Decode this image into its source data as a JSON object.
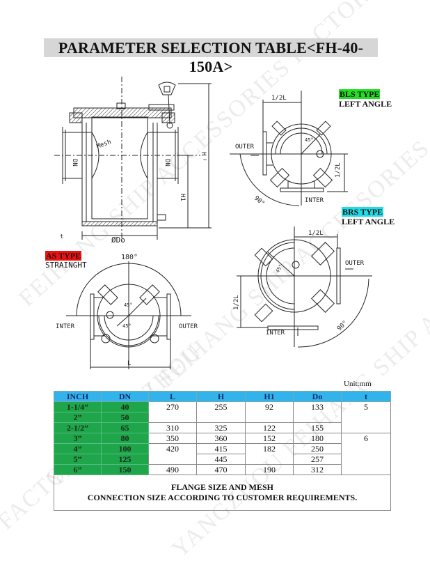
{
  "title": "PARAMETER SELECTION TABLE<FH-40-150A>",
  "watermarks": [
    "FEIHANG SHIP ACCESSORIES FACTORY",
    "YANGZHOU FEIHANG SHIP ACCESSORIES FACTORY",
    "YANGZHOU FEIHANG SHIP ACCESSORIES",
    "FACTORY YANGZHOU"
  ],
  "types": {
    "bls": {
      "label": "BLS TYPE",
      "sub": "LEFT ANGLE",
      "color": "#22e022"
    },
    "brs": {
      "label": "BRS TYPE",
      "sub": "LEFT ANGLE",
      "color": "#22dde8"
    },
    "as": {
      "label": "AS TYPE",
      "sub": "STRAINGHT",
      "color": "#ee1111"
    }
  },
  "drawings": {
    "section": {
      "mesh": "Mesh",
      "dn": "DN",
      "h": "H",
      "h1": "H1",
      "do": "ØDo",
      "t": "t",
      "approx": "~"
    },
    "bls": {
      "half_l_top": "1/2L",
      "half_l_side": "1/2L",
      "outer": "OUTER",
      "inter": "INTER",
      "angle45": "45°",
      "angle90": "90°"
    },
    "brs": {
      "half_l_top": "1/2L",
      "half_l_side": "1/2L",
      "outer": "OUTER",
      "inter": "INTER",
      "angle45": "45°",
      "angle90": "90°"
    },
    "as": {
      "angle180": "180°",
      "angle45a": "45°",
      "angle45b": "45°",
      "inter": "INTER",
      "outer": "OUTER",
      "l": "L"
    }
  },
  "unit": "Unit:mm",
  "table": {
    "headers": [
      "INCH",
      "DN",
      "L",
      "H",
      "H1",
      "Do",
      "t"
    ],
    "rows": [
      {
        "inch": "1-1/4”",
        "dn": "40",
        "l": "270",
        "h": "255",
        "h1": "92",
        "do": "133",
        "t": "5"
      },
      {
        "inch": "2”",
        "dn": "50"
      },
      {
        "inch": "2-1/2”",
        "dn": "65",
        "l": "310",
        "h": "325",
        "h1": "122",
        "do": "155"
      },
      {
        "inch": "3”",
        "dn": "80",
        "l": "350",
        "h": "360",
        "h1": "152",
        "do": "180",
        "t": "6"
      },
      {
        "inch": "4”",
        "dn": "100",
        "l": "420",
        "h": "415",
        "h1": "182",
        "do": "250"
      },
      {
        "inch": "5”",
        "dn": "125",
        "h": "445",
        "do": "257"
      },
      {
        "inch": "6”",
        "dn": "150",
        "l": "490",
        "h": "470",
        "h1": "190",
        "do": "312"
      }
    ],
    "note_line1": "FLANGE SIZE AND MESH",
    "note_line2": "CONNECTION SIZE ACCORDING TO CUSTOMER REQUIREMENTS."
  }
}
